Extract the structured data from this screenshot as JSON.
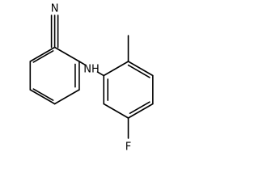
{
  "molecule": {
    "atom_labels": {
      "nitrile_n": "N",
      "amine_nh": "NH",
      "fluorine": "F"
    },
    "bond_color": "#000000",
    "background": "#ffffff"
  }
}
